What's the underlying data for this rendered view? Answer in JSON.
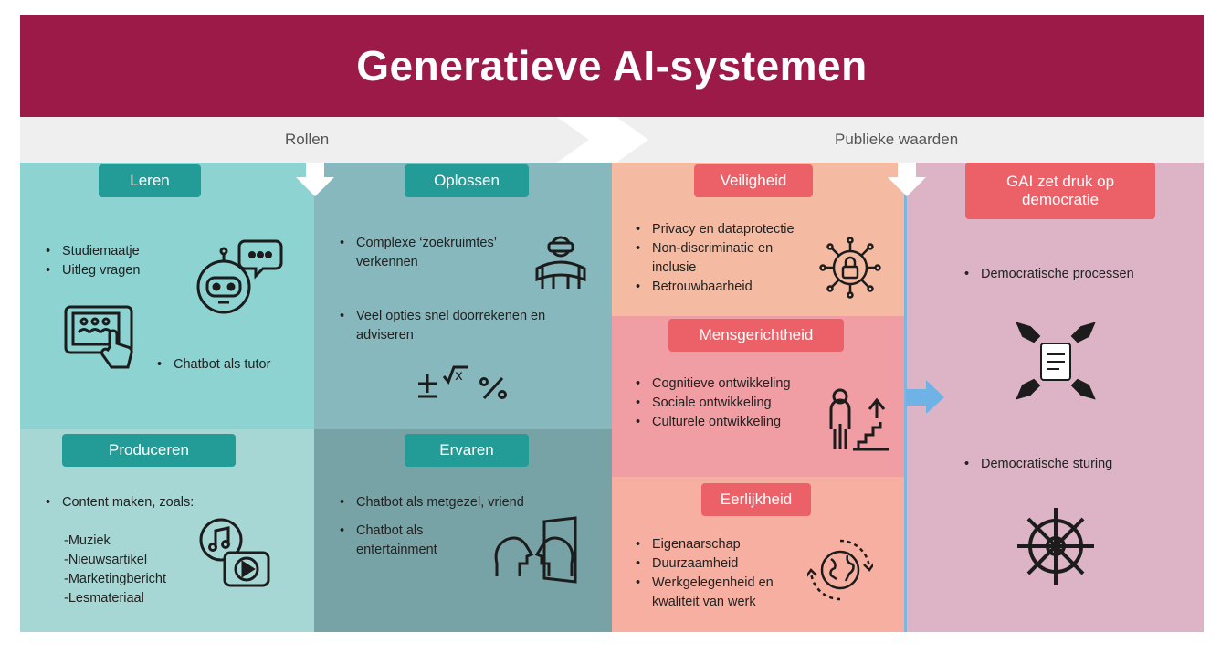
{
  "title": "Generatieve AI-systemen",
  "header_labels": {
    "rollen": "Rollen",
    "publieke_waarden": "Publieke waarden"
  },
  "colors": {
    "title_bg": "#9c1a48",
    "teal_light": "#8dd3d2",
    "teal_mid": "#87b8bd",
    "teal_pale": "#a6d7d4",
    "teal_dark": "#78a3a6",
    "pill_teal": "#239b96",
    "peach": "#f4bba2",
    "pink": "#f09ea4",
    "salmon": "#f6afa0",
    "mauve": "#dcb4c5",
    "pill_red": "#ec6068",
    "arrow_blue": "#6fb2e6"
  },
  "panels": {
    "leren": {
      "title": "Leren",
      "items": [
        "Studiemaatje",
        "Uitleg vragen"
      ],
      "extra": "Chatbot als tutor",
      "icons": [
        "chatbot-robot-icon",
        "tablet-classroom-icon"
      ]
    },
    "oplossen": {
      "title": "Oplossen",
      "items": [
        "Complexe ‘zoekruimtes’ verkennen",
        "Veel opties snel doorrekenen en adviseren"
      ],
      "icons": [
        "vr-headset-person-icon",
        "math-symbols-icon"
      ]
    },
    "produceren": {
      "title": "Produceren",
      "items": [
        "Content maken, zoals:"
      ],
      "sub_items": [
        "-Muziek",
        "-Nieuwsartikel",
        "-Marketingbericht",
        "-Lesmateriaal"
      ],
      "icons": [
        "music-video-icon"
      ]
    },
    "ervaren": {
      "title": "Ervaren",
      "items": [
        "Chatbot als metgezel, vriend",
        "Chatbot als entertainment"
      ],
      "icons": [
        "faces-mirror-icon"
      ]
    },
    "veiligheid": {
      "title": "Veiligheid",
      "items": [
        "Privacy en dataprotectie",
        "Non-discriminatie en inclusie",
        "Betrouwbaarheid"
      ],
      "icons": [
        "circuit-lock-icon"
      ]
    },
    "mensgerichtheid": {
      "title": "Mensgerichtheid",
      "items": [
        "Cognitieve ontwikkeling",
        "Sociale ontwikkeling",
        "Culturele ontwikkeling"
      ],
      "icons": [
        "person-stairs-icon"
      ]
    },
    "eerlijkheid": {
      "title": "Eerlijkheid",
      "items": [
        "Eigenaarschap",
        "Duurzaamheid",
        "Werkgelegenheid en kwaliteit van werk"
      ],
      "icons": [
        "globe-cycle-icon"
      ]
    },
    "gai": {
      "title": "GAI zet druk op democratie",
      "items": [
        "Democratische processen",
        "Democratische sturing"
      ],
      "icons": [
        "hands-document-icon",
        "ship-wheel-icon"
      ]
    }
  }
}
